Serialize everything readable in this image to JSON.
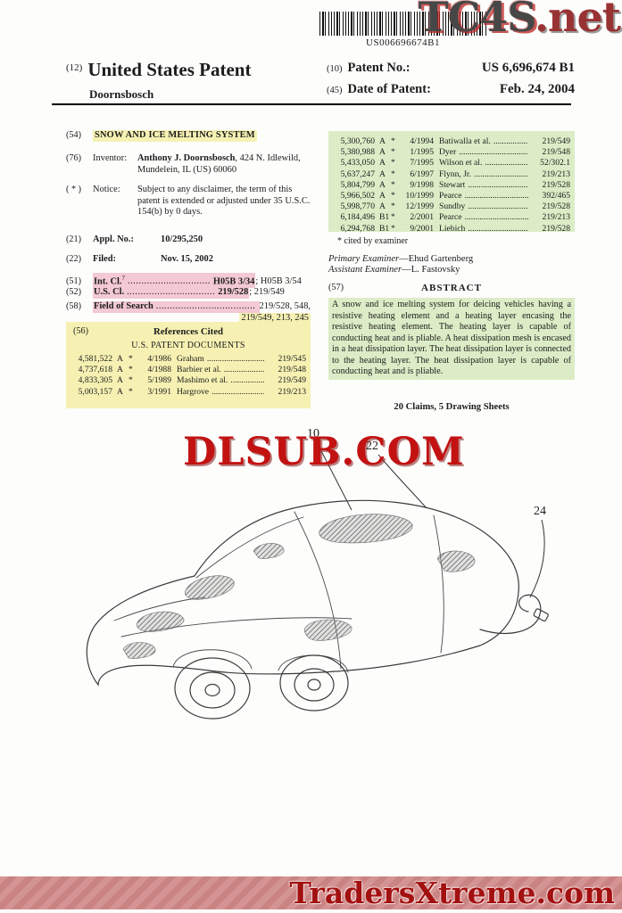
{
  "watermarks": {
    "top_gray": "TC4S",
    "top_red": ".net",
    "center": "DLSUB.COM",
    "bottom": "TradersXtreme.com"
  },
  "barcode": {
    "number": "US006696674B1"
  },
  "header": {
    "kind_code": "(12)",
    "doc_type": "United States Patent",
    "surname": "Doornsbosch",
    "patent_no_code": "(10)",
    "patent_no_label": "Patent No.:",
    "patent_no_value": "US 6,696,674 B1",
    "date_code": "(45)",
    "date_label": "Date of Patent:",
    "date_value": "Feb. 24, 2004"
  },
  "left": {
    "title_code": "(54)",
    "title": "SNOW AND ICE MELTING SYSTEM",
    "inventor_code": "(76)",
    "inventor_label": "Inventor:",
    "inventor_name": "Anthony J. Doornsbosch",
    "inventor_address": ", 424 N. Idlewild, Mundelein, IL (US) 60060",
    "notice_code": "( * )",
    "notice_label": "Notice:",
    "notice_text": "Subject to any disclaimer, the term of this patent is extended or adjusted under 35 U.S.C. 154(b) by 0 days.",
    "appl_code": "(21)",
    "appl_label": "Appl. No.:",
    "appl_value": "10/295,250",
    "filed_code": "(22)",
    "filed_label": "Filed:",
    "filed_value": "Nov. 15, 2002",
    "intcl_code": "(51)",
    "intcl_label": "Int. Cl.",
    "intcl_sup": "7",
    "intcl_dots": "..............................",
    "intcl_value_bold": "H05B 3/34",
    "intcl_value_rest": "; H05B 3/54",
    "uscl_code": "(52)",
    "uscl_label": "U.S. Cl.",
    "uscl_dots": "................................",
    "uscl_value_bold": "219/528",
    "uscl_value_rest": "; 219/549",
    "field_code": "(58)",
    "field_label": "Field of Search",
    "field_dots": "..........................................",
    "field_value1": "219/528, 548,",
    "field_value2": "219/549, 213, 245",
    "refs_code": "(56)",
    "refs_title": "References Cited",
    "refs_subtitle": "U.S. PATENT DOCUMENTS",
    "refs": [
      {
        "num": "4,581,522",
        "kind": "A",
        "star": "*",
        "date": "4/1986",
        "name": "Graham",
        "dots": "............................................",
        "cls": "219/545"
      },
      {
        "num": "4,737,618",
        "kind": "A",
        "star": "*",
        "date": "4/1988",
        "name": "Barbier et al.",
        "dots": "............................................",
        "cls": "219/548"
      },
      {
        "num": "4,833,305",
        "kind": "A",
        "star": "*",
        "date": "5/1989",
        "name": "Mashimo et al.",
        "dots": "............................................",
        "cls": "219/549"
      },
      {
        "num": "5,003,157",
        "kind": "A",
        "star": "*",
        "date": "3/1991",
        "name": "Hargrove",
        "dots": "............................................",
        "cls": "219/213"
      }
    ]
  },
  "right": {
    "refs": [
      {
        "num": "5,300,760",
        "kind": "A",
        "star": "*",
        "date": "4/1994",
        "name": "Batiwalla et al.",
        "dots": "............................................",
        "cls": "219/549"
      },
      {
        "num": "5,380,988",
        "kind": "A",
        "star": "*",
        "date": "1/1995",
        "name": "Dyer",
        "dots": "............................................",
        "cls": "219/548"
      },
      {
        "num": "5,433,050",
        "kind": "A",
        "star": "*",
        "date": "7/1995",
        "name": "Wilson et al.",
        "dots": "............................................",
        "cls": "52/302.1"
      },
      {
        "num": "5,637,247",
        "kind": "A",
        "star": "*",
        "date": "6/1997",
        "name": "Flynn, Jr.",
        "dots": "............................................",
        "cls": "219/213"
      },
      {
        "num": "5,804,799",
        "kind": "A",
        "star": "*",
        "date": "9/1998",
        "name": "Stewart",
        "dots": "............................................",
        "cls": "219/528"
      },
      {
        "num": "5,966,502",
        "kind": "A",
        "star": "*",
        "date": "10/1999",
        "name": "Pearce",
        "dots": "............................................",
        "cls": "392/465"
      },
      {
        "num": "5,998,770",
        "kind": "A",
        "star": "*",
        "date": "12/1999",
        "name": "Sundby",
        "dots": "............................................",
        "cls": "219/528"
      },
      {
        "num": "6,184,496",
        "kind": "B1",
        "star": "*",
        "date": "2/2001",
        "name": "Pearce",
        "dots": "............................................",
        "cls": "219/213"
      },
      {
        "num": "6,294,768",
        "kind": "B1",
        "star": "*",
        "date": "9/2001",
        "name": "Liebich",
        "dots": "............................................",
        "cls": "219/528"
      }
    ],
    "cited_note": "* cited by examiner",
    "primary_label": "Primary Examiner",
    "primary_dash": "—",
    "primary_name": "Ehud Gartenberg",
    "assistant_label": "Assistant Examiner",
    "assistant_dash": "—",
    "assistant_name": "L. Fastovsky",
    "abstract_code": "(57)",
    "abstract_title": "ABSTRACT",
    "abstract_text": "A snow and ice melting system for deicing vehicles having a resistive heating element and a heating layer encasing the resistive heating element. The heating layer is capable of conducting heat and is pliable. A heat dissipation mesh is encased in a heat dissipation layer. The heat dissipation layer is connected to the heating layer. The heat dissipation layer is capable of conducting heat and is pliable.",
    "claims_line": "20 Claims, 5 Drawing Sheets"
  },
  "figure": {
    "labels": {
      "l10": "10",
      "l22": "22",
      "l24": "24"
    }
  },
  "colors": {
    "highlight_yellow": "#f6f1b3",
    "highlight_pink": "#f3c9d3",
    "highlight_green": "#dcecc6",
    "watermark_red": "#c31212"
  }
}
